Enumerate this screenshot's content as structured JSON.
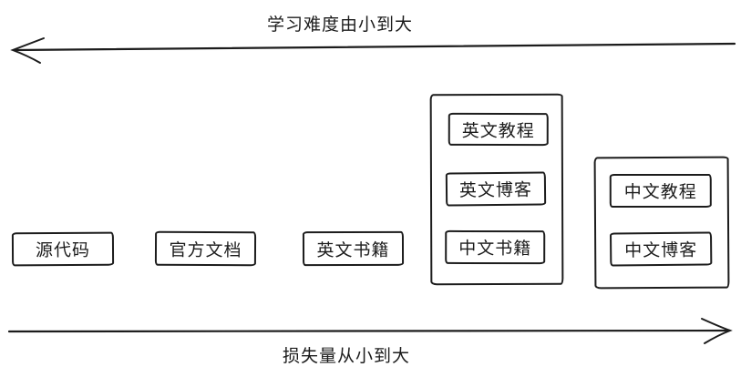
{
  "diagram": {
    "top_axis": {
      "label": "学习难度由小到大",
      "direction": "left"
    },
    "bottom_axis": {
      "label": "损失量从小到大",
      "direction": "right"
    },
    "boxes": [
      {
        "label": "源代码"
      },
      {
        "label": "官方文档"
      },
      {
        "label": "英文书籍"
      }
    ],
    "groups": [
      {
        "items": [
          {
            "label": "英文教程"
          },
          {
            "label": "英文博客"
          },
          {
            "label": "中文书籍"
          }
        ]
      },
      {
        "items": [
          {
            "label": "中文教程"
          },
          {
            "label": "中文博客"
          }
        ]
      }
    ],
    "colors": {
      "stroke": "#1c1c1c",
      "background": "#ffffff"
    }
  }
}
